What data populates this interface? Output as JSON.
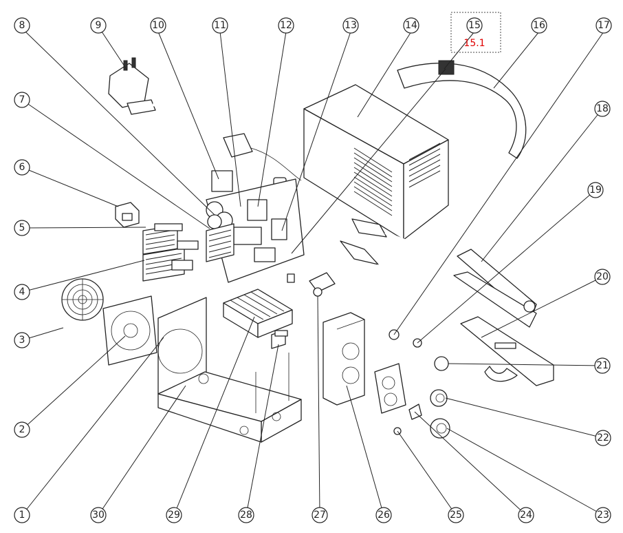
{
  "callouts": [
    "1",
    "2",
    "3",
    "4",
    "5",
    "6",
    "7",
    "8",
    "9",
    "10",
    "11",
    "12",
    "13",
    "14",
    "15",
    "16",
    "17",
    "18",
    "19",
    "20",
    "21",
    "22",
    "23",
    "24",
    "25",
    "26",
    "27",
    "28",
    "29",
    "30"
  ],
  "sub_label": {
    "text": "15.1",
    "color": "#e00000"
  }
}
